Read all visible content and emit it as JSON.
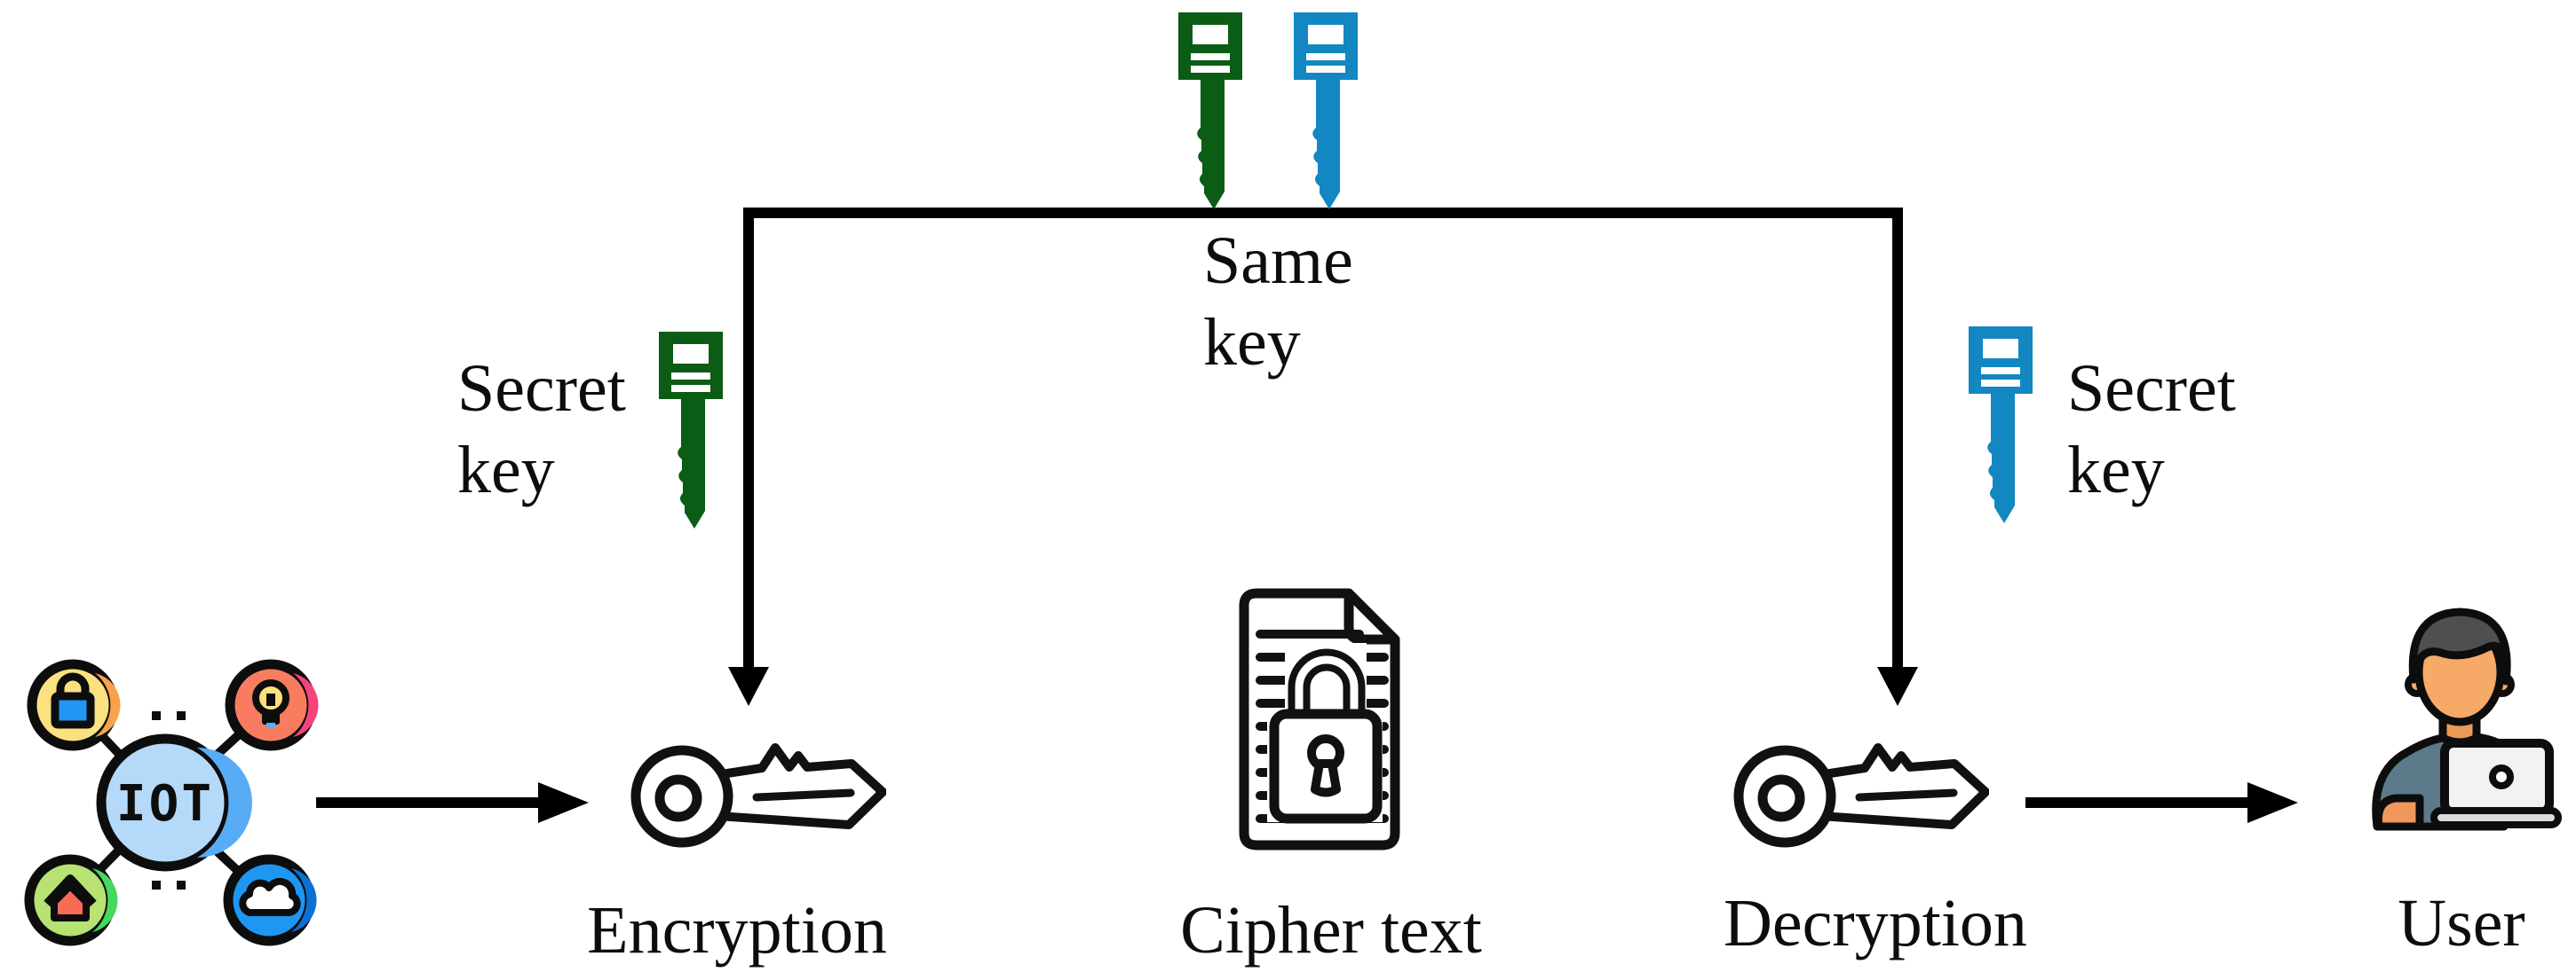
{
  "annotations": {
    "same_key": {
      "line1": "Same",
      "line2": "key"
    },
    "secret_key_left": {
      "line1": "Secret",
      "line2": "key"
    },
    "secret_key_right": {
      "line1": "Secret",
      "line2": "key"
    }
  },
  "nodes": {
    "iot": {
      "label": "IOT",
      "icon": "iot-network-icon"
    },
    "encryption": {
      "label": "Encryption",
      "icon": "key-outline-icon"
    },
    "cipher_text": {
      "label": "Cipher text",
      "icon": "locked-document-icon"
    },
    "decryption": {
      "label": "Decryption",
      "icon": "key-outline-icon"
    },
    "user": {
      "label": "User",
      "icon": "person-laptop-icon"
    }
  },
  "colors": {
    "secret_key_green": "#0b5c15",
    "secret_key_blue": "#1287c2",
    "diagram_lines": "#000000",
    "iot_center_fill": "#b5d9f8",
    "iot_lock_circle_fill": "#fbe180",
    "iot_bulb_circle_fill": "#f97c60",
    "iot_home_circle_fill": "#b8e272",
    "iot_cloud_circle_fill": "#1e96f2",
    "lock_body_blue": "#2196f3",
    "user_skin": "#f7a968",
    "user_shirt": "#5c7a89",
    "user_hair": "#4f4f4f",
    "laptop_fill": "#f2f2f2"
  }
}
